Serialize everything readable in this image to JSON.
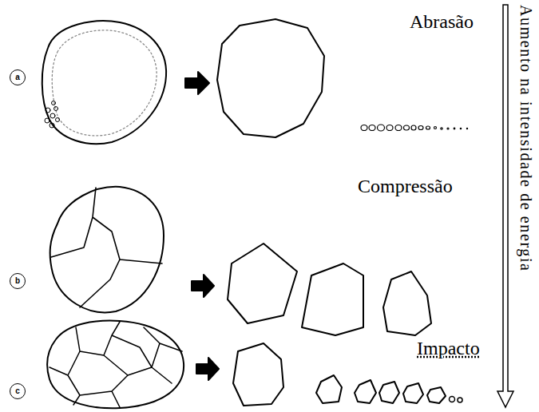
{
  "diagram": {
    "nodes": [
      {
        "text": [
          "a"
        ]
      },
      {
        "text": [
          "b"
        ]
      },
      {
        "text": [
          "c"
        ]
      }
    ],
    "labels": [
      "Abrasão",
      "Compressão",
      "Impacto",
      "Aumento na intensidade de energia"
    ]
  }
}
